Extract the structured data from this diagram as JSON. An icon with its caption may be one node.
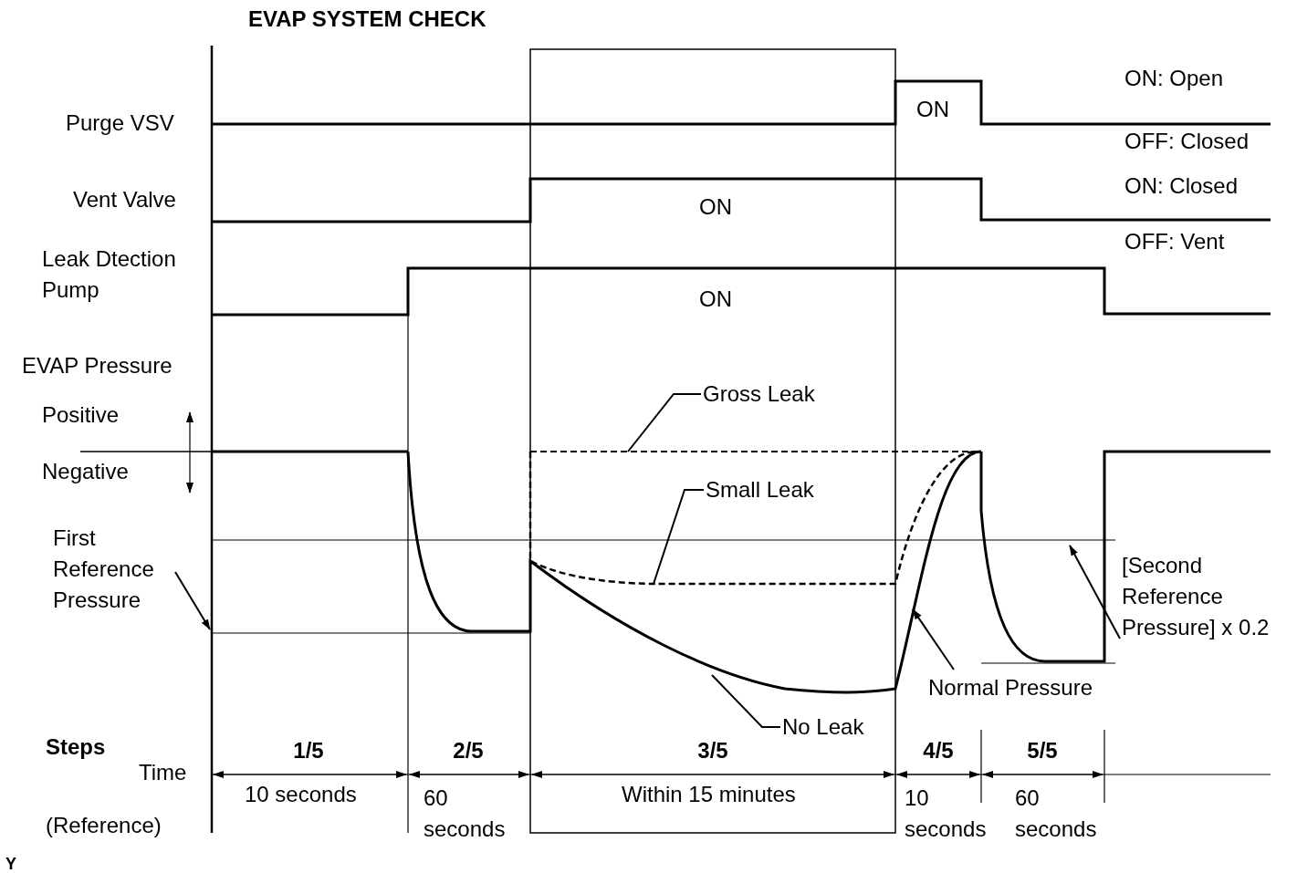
{
  "diagram": {
    "title": "EVAP SYSTEM CHECK",
    "nodes": [
      {
        "text": [
          "Gross Leak"
        ]
      },
      {
        "text": [
          "Small Leak"
        ]
      },
      {
        "text": [
          "No Leak"
        ]
      },
      {
        "text": [
          "Normal Pressure"
        ]
      },
      {
        "text": [
          "[Second Reference Pressure] x 0.2"
        ]
      },
      {
        "text": [
          "First Reference Pressure"
        ]
      }
    ],
    "edges": [
      {
        "from": 0,
        "to": null,
        "arrow": "none"
      },
      {
        "from": 1,
        "to": null,
        "arrow": "none"
      },
      {
        "from": 2,
        "to": null,
        "arrow": "none"
      },
      {
        "from": 3,
        "to": null,
        "arrow": "to"
      },
      {
        "from": 4,
        "to": null,
        "arrow": "to"
      },
      {
        "from": 5,
        "to": null,
        "arrow": "to"
      }
    ],
    "labels": [
      "Purge VSV",
      "Vent Valve",
      "Leak Dtection Pump",
      "EVAP Pressure",
      "Positive",
      "Negative",
      "ON: Open",
      "OFF: Closed",
      "ON: Closed",
      "OFF: Vent",
      "ON",
      "ON",
      "ON",
      "Steps",
      "Time",
      "(Reference)",
      "1/5",
      "2/5",
      "3/5",
      "4/5",
      "5/5",
      "10 seconds",
      "60 seconds",
      "Within 15 minutes",
      "10 seconds",
      "60 seconds",
      "Y"
    ]
  }
}
